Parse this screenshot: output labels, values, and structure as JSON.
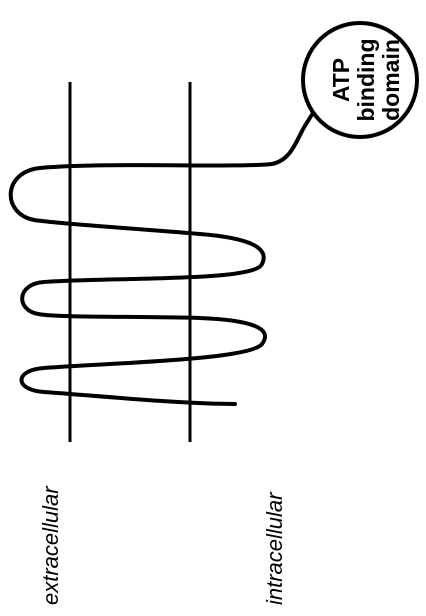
{
  "diagram": {
    "domain_label": {
      "line1": "ATP",
      "line2": "binding",
      "line3": "domain"
    },
    "side_labels": {
      "extracellular": "extracellular",
      "intracellular": "intracellular"
    }
  }
}
